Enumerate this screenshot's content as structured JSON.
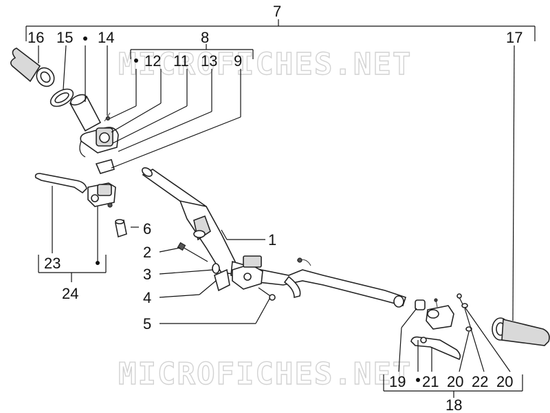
{
  "watermarks": [
    "MICROFICHES.NET",
    "MICROFICHES.NET"
  ],
  "callouts": {
    "n1": "1",
    "n2": "2",
    "n3": "3",
    "n4": "4",
    "n5": "5",
    "n6": "6",
    "n7": "7",
    "n8": "8",
    "n9": "9",
    "n11": "11",
    "n12": "12",
    "n13": "13",
    "n14": "14",
    "n15": "15",
    "n16": "16",
    "n17": "17",
    "n18": "18",
    "n19": "19",
    "n20a": "20",
    "n20b": "20",
    "n21": "21",
    "n22": "22",
    "n23": "23",
    "n24": "24"
  }
}
